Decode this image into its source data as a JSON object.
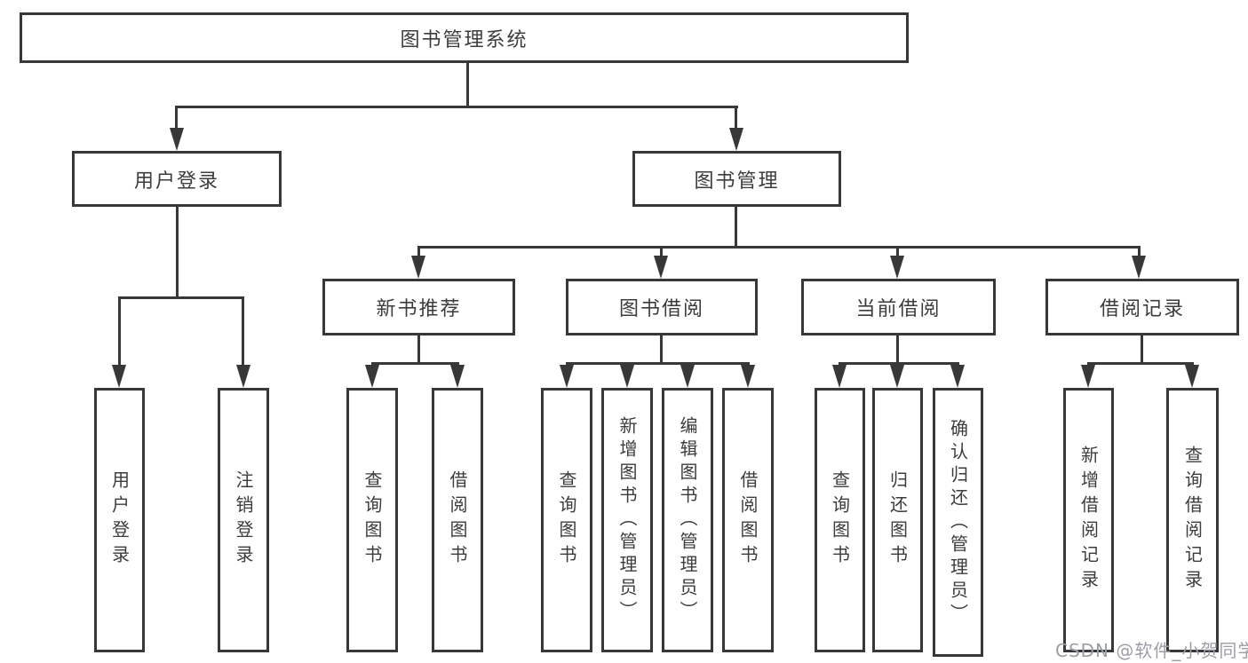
{
  "diagram": {
    "root": "图书管理系统",
    "level2": [
      "用户登录",
      "图书管理"
    ],
    "level3": [
      "新书推荐",
      "图书借阅",
      "当前借阅",
      "借阅记录"
    ],
    "leaves_login": [
      "用户登录",
      "注销登录"
    ],
    "leaves_newbook": [
      "查询图书",
      "借阅图书"
    ],
    "leaves_borrow": [
      "查询图书",
      "新增图书（管理员）",
      "编辑图书（管理员）",
      "借阅图书"
    ],
    "leaves_current": [
      "查询图书",
      "归还图书",
      "确认归还（管理员）"
    ],
    "leaves_records": [
      "新增借阅记录",
      "查询借阅记录"
    ]
  },
  "watermark": "CSDN @软件_小贺同学",
  "colors": {
    "line": "#383838",
    "text": "#3c3c3c",
    "watermark": "#9b9fa4",
    "background": "#ffffff"
  }
}
